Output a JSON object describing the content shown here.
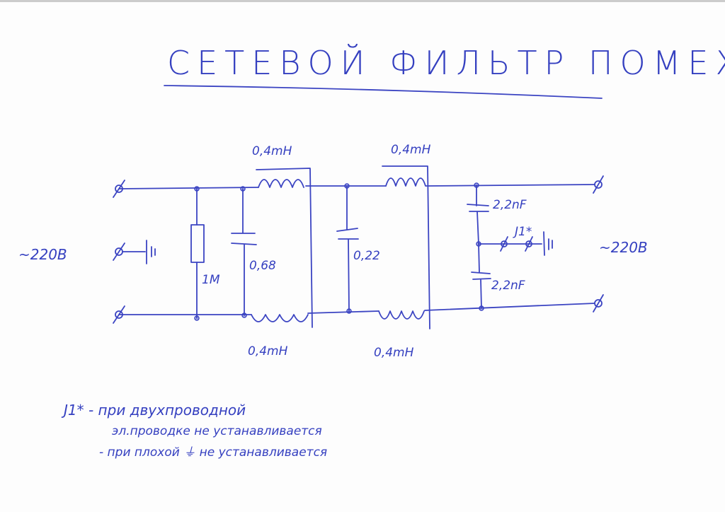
{
  "title": "СЕТЕВОЙ ФИЛЬТР ПОМЕХ",
  "labels": {
    "inductor_top_1": "0,4mH",
    "inductor_top_2": "0,4mH",
    "inductor_bottom_1": "0,4mH",
    "inductor_bottom_2": "0,4mH",
    "resistor": "1M",
    "cap_1": "0,68",
    "cap_2": "0,22",
    "cap_y_top": "2,2nF",
    "cap_y_bottom": "2,2nF",
    "jumper": "J1*",
    "input_voltage": "~220В",
    "output_voltage": "~220В"
  },
  "notes": {
    "line1": "J1* - при двухпроводной",
    "line2": "эл.проводке не устанавливается",
    "line3": "- при плохой ⏚ не устанавливается"
  },
  "colors": {
    "ink": "#3b44c2"
  }
}
